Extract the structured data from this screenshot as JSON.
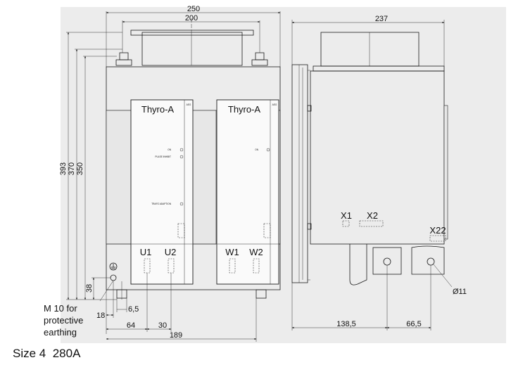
{
  "caption": {
    "size_label": "Size 4",
    "current": "280A"
  },
  "dimensions": {
    "top_250": "250",
    "top_200": "200",
    "side_237": "237",
    "v_393": "393",
    "v_370": "370",
    "v_350": "350",
    "v_38": "38",
    "h_18": "18",
    "h_6_5": "6,5",
    "h_64": "64",
    "h_30": "30",
    "h_189": "189",
    "h_138_5": "138,5",
    "h_66_5": "66,5",
    "dia_11": "Ø11"
  },
  "modules": [
    {
      "title": "Thyro-A",
      "brand": "AEG",
      "leds": [
        "ON",
        "PULSE INHIBIT",
        "TRAFO ADAPTION"
      ]
    },
    {
      "title": "Thyro-A",
      "brand": "AEG",
      "leds": [
        "ON"
      ]
    }
  ],
  "terminals": [
    "U1",
    "U2",
    "W1",
    "W2"
  ],
  "connectors": [
    "X1",
    "X2",
    "X22"
  ],
  "earth_note": [
    "M 10 for",
    "protective",
    "earthing"
  ],
  "colors": {
    "background": "#ffffff",
    "drawing_panel": "#ececec",
    "lines": "#1a1a1a"
  },
  "icons": {
    "earth": "earth-ground-icon"
  }
}
